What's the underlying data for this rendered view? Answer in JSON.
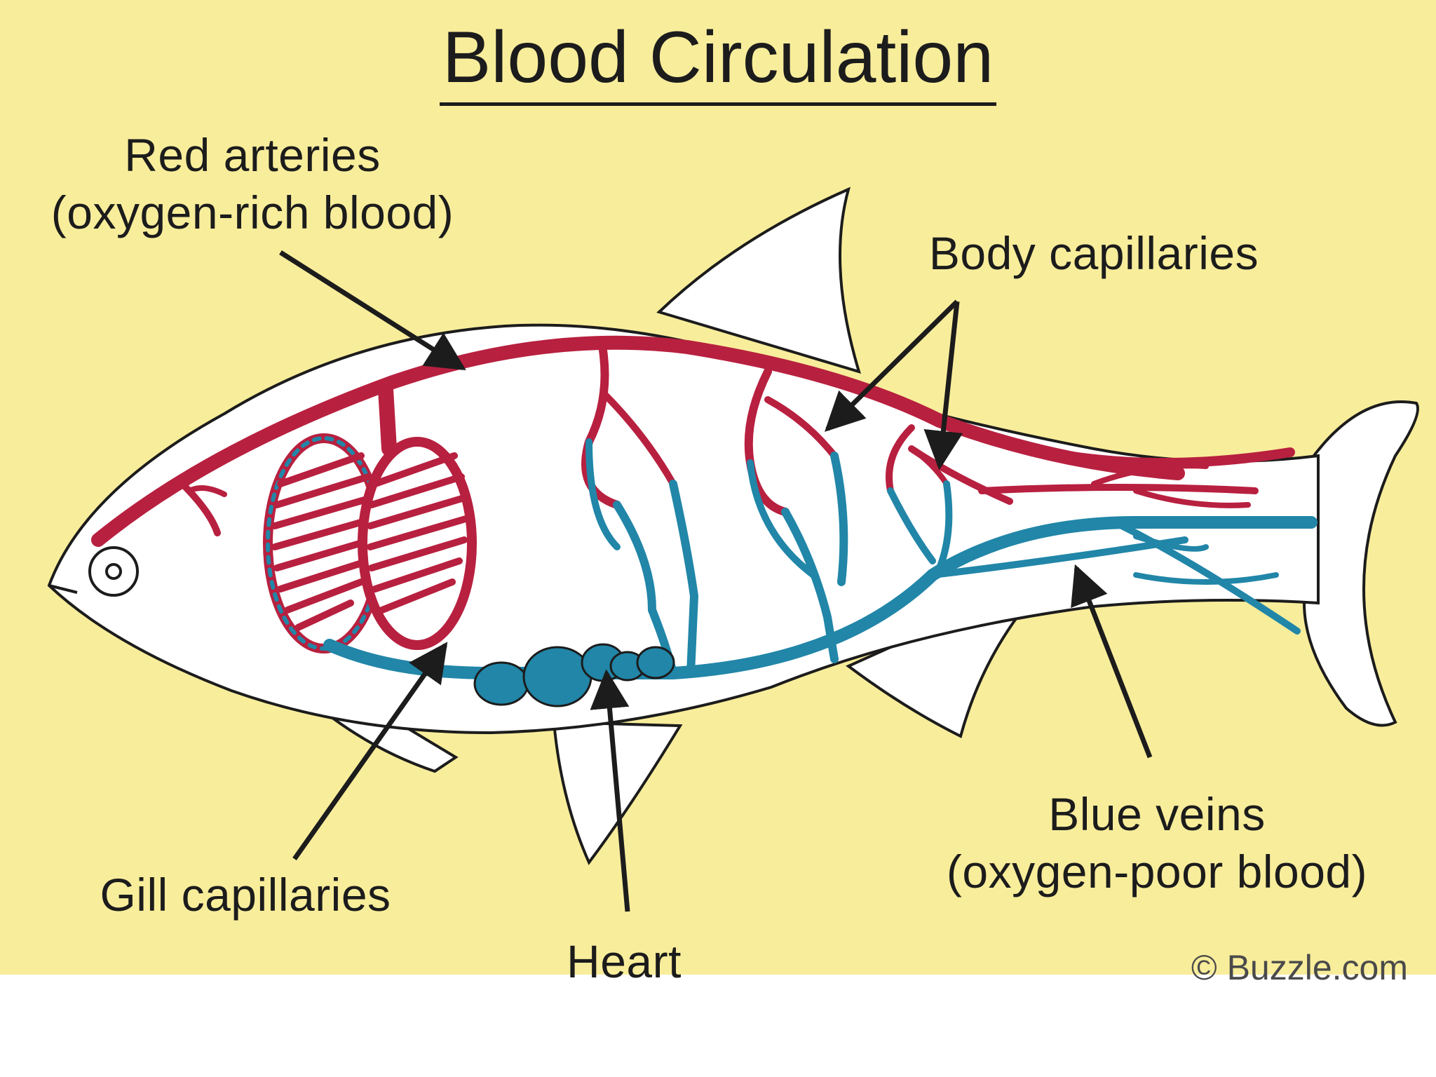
{
  "title": "Blood Circulation",
  "labels": {
    "arteries_line1": "Red arteries",
    "arteries_line2": "(oxygen-rich blood)",
    "body_capillaries": "Body capillaries",
    "gill_capillaries": "Gill capillaries",
    "heart": "Heart",
    "veins_line1": "Blue veins",
    "veins_line2": "(oxygen-poor blood)"
  },
  "credit": "© Buzzle.com",
  "colors": {
    "background": "#f8ed9b",
    "artery": "#b8203f",
    "vein": "#2186a8",
    "fish_body": "#ffffff",
    "outline": "#1c1c1c"
  }
}
